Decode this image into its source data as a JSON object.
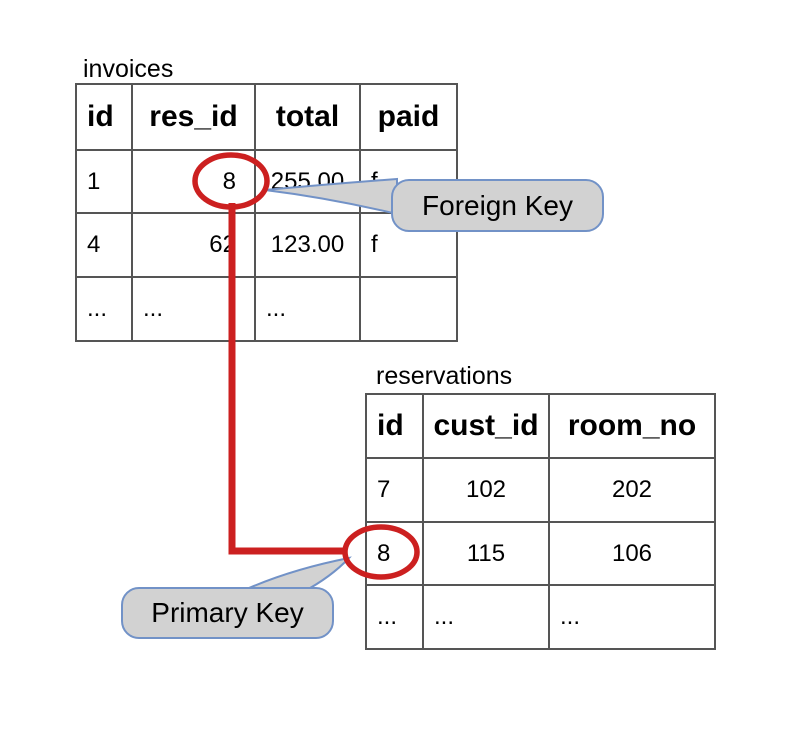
{
  "colors": {
    "annotation_red": "#cc2020",
    "callout_fill": "#d2d2d2",
    "callout_border": "#7292c7"
  },
  "invoices_table": {
    "title": "invoices",
    "headers": [
      "id",
      "res_id",
      "total",
      "paid"
    ],
    "rows": [
      [
        "1",
        "8",
        "255.00",
        "f"
      ],
      [
        "4",
        "62",
        "123.00",
        "f"
      ],
      [
        "...",
        "...",
        "...",
        ""
      ]
    ]
  },
  "reservations_table": {
    "title": "reservations",
    "headers": [
      "id",
      "cust_id",
      "room_no"
    ],
    "rows": [
      [
        "7",
        "102",
        "202"
      ],
      [
        "8",
        "115",
        "106"
      ],
      [
        "...",
        "...",
        "..."
      ]
    ]
  },
  "callouts": {
    "foreign_key_label": "Foreign Key",
    "primary_key_label": "Primary Key"
  },
  "relationship": {
    "foreign_key_value": "8",
    "primary_key_value": "8"
  }
}
